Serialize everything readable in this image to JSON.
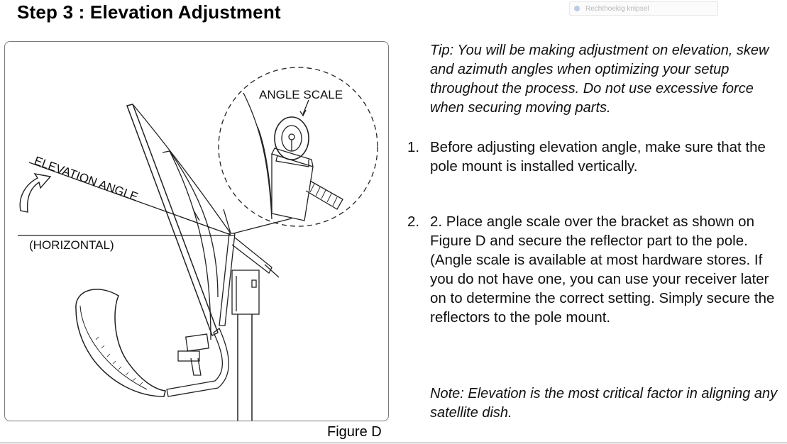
{
  "header": {
    "title": "Step 3 : Elevation Adjustment",
    "snip_button_label": "Rechthoekig knipsel"
  },
  "figure": {
    "label_angle_scale": "ANGLE SCALE",
    "label_elevation_angle": "ELEVATION ANGLE",
    "label_horizontal": "(HORIZONTAL)",
    "caption": "Figure D"
  },
  "instructions": {
    "tip": "Tip: You will be making adjustment on elevation, skew and azimuth angles when optimizing your setup throughout the process. Do not use excessive force when securing moving parts.",
    "steps": [
      {
        "number": "1.",
        "text": "Before adjusting elevation angle, make sure that the pole mount is installed vertically."
      },
      {
        "number": "2.",
        "text": "2. Place angle scale over the bracket as shown on Figure D and secure the reflector part to the pole. (Angle scale is available at most hardware stores.  If you do not have one, you can use your receiver later on to determine the correct setting.  Simply secure the reflectors to the pole mount."
      }
    ],
    "note": "Note: Elevation is the most critical factor in aligning any satellite dish."
  }
}
